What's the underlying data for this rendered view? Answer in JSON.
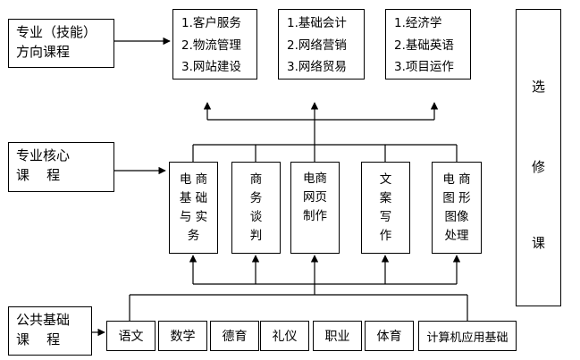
{
  "labels": {
    "direction": {
      "line1": "专业（技能）",
      "line2": "方向课程"
    },
    "core": {
      "line1": "专业核心",
      "line2": "课    程"
    },
    "public": {
      "line1": "公共基础",
      "line2": "课    程"
    }
  },
  "direction_courses": [
    [
      "1.客户服务",
      "2.物流管理",
      "3.网站建设"
    ],
    [
      "1.基础会计",
      "2.网络营销",
      "3.网络贸易"
    ],
    [
      "1.经济学",
      "2.基础英语",
      "3.项目运作"
    ]
  ],
  "core_courses": [
    {
      "line1": "电 商",
      "line2": "基 础",
      "line3": "与 实",
      "line4": "务"
    },
    {
      "line1": "商",
      "line2": "务",
      "line3": "谈",
      "line4": "判"
    },
    {
      "line1": "电商",
      "line2": "网页",
      "line3": "制作",
      "line4": ""
    },
    {
      "line1": "文",
      "line2": "案",
      "line3": "写",
      "line4": "作"
    },
    {
      "line1": "电 商",
      "line2": "图 形",
      "line3": "图像",
      "line4": "处理"
    }
  ],
  "elective": {
    "c1": "选",
    "c2": "修",
    "c3": "课"
  },
  "public_courses": [
    "语文",
    "数学",
    "德育",
    "礼仪",
    "职业",
    "体育",
    "计算机应用基础"
  ]
}
